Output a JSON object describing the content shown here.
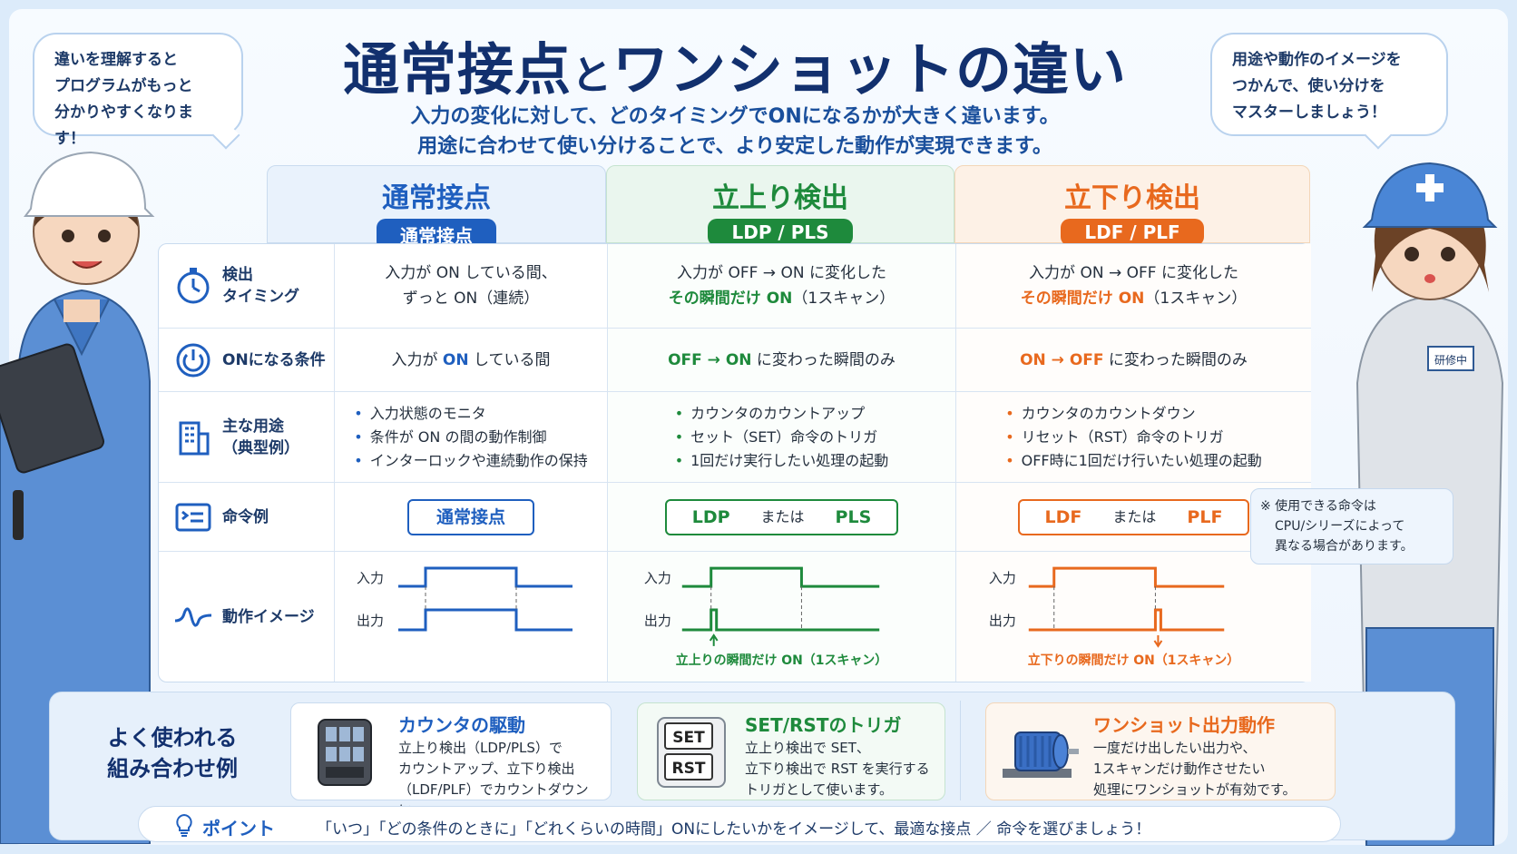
{
  "title": {
    "main1": "通常接点",
    "mid": "と",
    "main2": "ワンショットの違い"
  },
  "subtitle": [
    "入力の変化に対して、どのタイミングでONになるかが大きく違います。",
    "用途に合わせて使い分けることで、より安定した動作が実現できます。"
  ],
  "bubbles": {
    "left": [
      "違いを理解すると",
      "プログラムがもっと",
      "分かりやすくなります！"
    ],
    "right": [
      "用途や動作のイメージを",
      "つかんで、使い分けを",
      "マスターしましょう！"
    ]
  },
  "badge_text": "研修中",
  "columns": [
    {
      "name": "通常接点",
      "pill": "通常接点",
      "color": "#1f5fbf",
      "head_bg": "#e9f2fc"
    },
    {
      "name": "立上り検出",
      "pill": "LDP / PLS",
      "color": "#1e8a3c",
      "head_bg": "#eaf6ee"
    },
    {
      "name": "立下り検出",
      "pill": "LDF / PLF",
      "color": "#e8691e",
      "head_bg": "#fdf1e6"
    }
  ],
  "rows": {
    "timing": {
      "label1": "検出",
      "label2": "タイミング",
      "icon": "stopwatch-icon",
      "c1": [
        "入力が ON している間、",
        "ずっと ON（連続）"
      ],
      "c2a": "入力が OFF → ON に変化した",
      "c2b": "その瞬間だけ ON",
      "c2c": "（1スキャン）",
      "c3a": "入力が ON → OFF に変化した",
      "c3b": "その瞬間だけ ON",
      "c3c": "（1スキャン）"
    },
    "condition": {
      "label": "ONになる条件",
      "icon": "power-icon",
      "c1a": "入力が ",
      "c1b": "ON",
      "c1c": " している間",
      "c2a": "OFF → ON",
      "c2b": " に変わった瞬間のみ",
      "c3a": "ON → OFF",
      "c3b": " に変わった瞬間のみ"
    },
    "usage": {
      "label1": "主な用途",
      "label2": "（典型例）",
      "icon": "building-icon",
      "c1": [
        "入力状態のモニタ",
        "条件が ON の間の動作制御",
        "インターロックや連続動作の保持"
      ],
      "c2": [
        "カウンタのカウントアップ",
        "セット（SET）命令のトリガ",
        "1回だけ実行したい処理の起動"
      ],
      "c3": [
        "カウンタのカウントダウン",
        "リセット（RST）命令のトリガ",
        "OFF時に1回だけ行いたい処理の起動"
      ]
    },
    "command": {
      "label": "命令例",
      "icon": "list-icon",
      "c1": "通常接点",
      "c2a": "LDP",
      "c2mid": "または",
      "c2b": "PLS",
      "c3a": "LDF",
      "c3mid": "または",
      "c3b": "PLF"
    },
    "image": {
      "label": "動作イメージ",
      "icon": "pulse-icon",
      "input": "入力",
      "output": "出力",
      "c2note": "立上りの瞬間だけ ON（1スキャン）",
      "c3note": "立下りの瞬間だけ ON（1スキャン）"
    }
  },
  "note": [
    "※ 使用できる命令は",
    "CPU/シリーズによって",
    "異なる場合があります。"
  ],
  "combos": {
    "title1": "よく使われる",
    "title2": "組み合わせ例",
    "cards": [
      {
        "title": "カウンタの駆動",
        "color": "#1f5fbf",
        "icon": "counter-icon",
        "lines": [
          "立上り検出（LDP/PLS）で",
          "カウントアップ、立下り検出",
          "（LDF/PLF）でカウントダウンに。"
        ]
      },
      {
        "title": "SET/RSTのトリガ",
        "color": "#1e8a3c",
        "icon": "set-rst-icon",
        "set": "SET",
        "rst": "RST",
        "lines": [
          "立上り検出で SET、",
          "立下り検出で RST を実行する",
          "トリガとして使います。"
        ]
      },
      {
        "title": "ワンショット出力動作",
        "color": "#e8691e",
        "icon": "motor-icon",
        "lines": [
          "一度だけ出したい出力や、",
          "1スキャンだけ動作させたい",
          "処理にワンショットが有効です。"
        ]
      }
    ]
  },
  "point": {
    "label": "ポイント",
    "icon": "lightbulb-icon",
    "text": "「いつ」「どの条件のときに」「どれくらいの時間」ONにしたいかをイメージして、最適な接点 ／ 命令を選びましょう！"
  }
}
